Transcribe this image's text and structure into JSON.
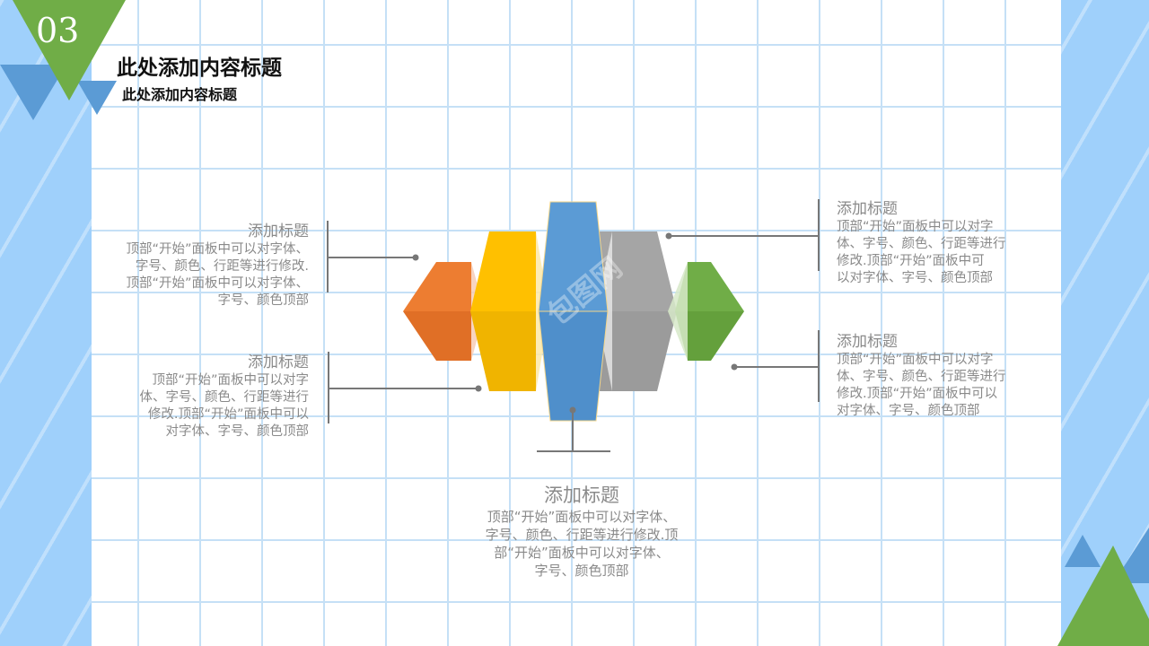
{
  "header": {
    "number": "03",
    "title": "此处添加内容标题",
    "subtitle": "此处添加内容标题"
  },
  "items": [
    {
      "heading": "添加标题",
      "lines": [
        "顶部“开始”面板中可以对字体、",
        "字号、颜色、行距等进行修改.",
        "顶部“开始”面板中可以对字体、",
        "字号、颜色顶部"
      ]
    },
    {
      "heading": "添加标题",
      "lines": [
        "顶部“开始”面板中可以对字",
        "体、字号、颜色、行距等进行",
        "修改.顶部“开始”面板中可以",
        "对字体、字号、颜色顶部"
      ]
    },
    {
      "heading": "添加标题",
      "lines": [
        "顶部“开始”面板中可以对字体、",
        "字号、颜色、行距等进行修改.顶",
        "部“开始”面板中可以对字体、",
        "字号、颜色顶部"
      ]
    },
    {
      "heading": "添加标题",
      "lines": [
        "顶部“开始”面板中可以对字",
        "体、字号、颜色、行距等进行",
        "修改.顶部“开始”面板中可",
        "以对字体、字号、颜色顶部"
      ]
    },
    {
      "heading": "添加标题",
      "lines": [
        "顶部“开始”面板中可以对字",
        "体、字号、颜色、行距等进行",
        "修改.顶部“开始”面板中可以",
        "对字体、字号、颜色顶部"
      ]
    }
  ],
  "colors": {
    "orange": "#ed7d31",
    "yellow": "#ffc000",
    "blue": "#5b9bd5",
    "gray": "#a5a5a5",
    "green": "#70ad47",
    "accent_blue": "#5b9bd5",
    "accent_green": "#70ad47"
  },
  "watermark": "包图网"
}
